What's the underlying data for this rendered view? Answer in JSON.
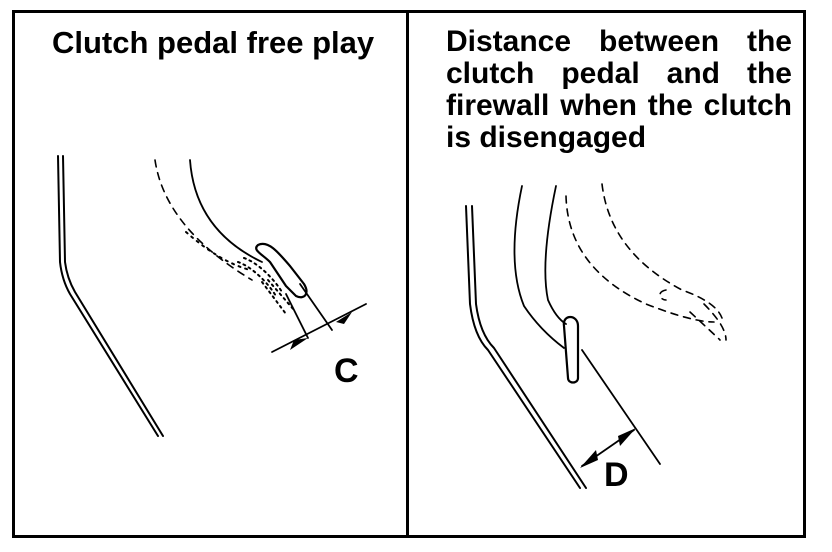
{
  "panels": [
    {
      "title": "Clutch pedal free play",
      "dimension_label": "C"
    },
    {
      "title": "Distance between the clutch pedal and the firewall when the clutch is disengaged",
      "dimension_label": "D"
    }
  ]
}
